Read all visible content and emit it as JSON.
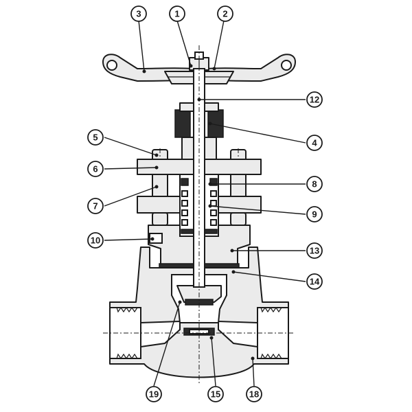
{
  "callouts": [
    {
      "id": "c1",
      "label": "1"
    },
    {
      "id": "c2",
      "label": "2"
    },
    {
      "id": "c3",
      "label": "3"
    },
    {
      "id": "c4",
      "label": "4"
    },
    {
      "id": "c5",
      "label": "5"
    },
    {
      "id": "c6",
      "label": "6"
    },
    {
      "id": "c7",
      "label": "7"
    },
    {
      "id": "c8",
      "label": "8"
    },
    {
      "id": "c9",
      "label": "9"
    },
    {
      "id": "c10",
      "label": "10"
    },
    {
      "id": "c12",
      "label": "12"
    },
    {
      "id": "c13",
      "label": "13"
    },
    {
      "id": "c14",
      "label": "14"
    },
    {
      "id": "c15",
      "label": "15"
    },
    {
      "id": "c18",
      "label": "18"
    },
    {
      "id": "c19",
      "label": "19"
    }
  ]
}
